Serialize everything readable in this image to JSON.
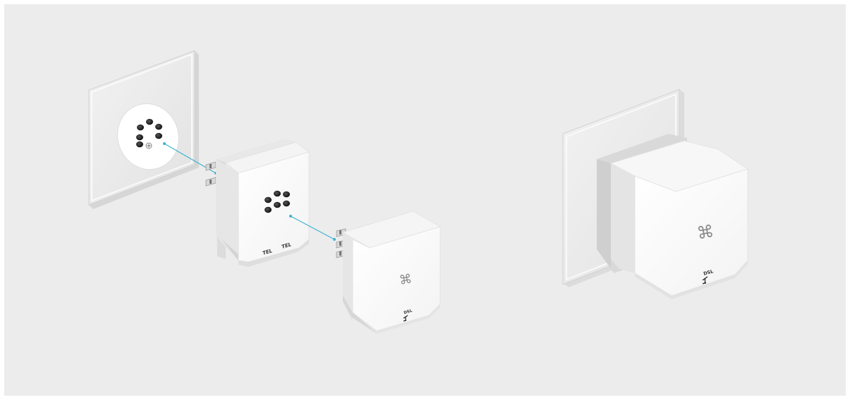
{
  "illustration": {
    "background_color": "#ececec",
    "connector_color": "#3fb4cf",
    "splitter_labels": {
      "port_left": "TEL",
      "port_right": "TEL"
    },
    "adapter_labels": {
      "port": "DSL",
      "logo_glyph": "⌘"
    },
    "assembled": {
      "port": "DSL",
      "logo_glyph": "⌘"
    },
    "icons": {
      "wall_socket": "wall-socket-icon",
      "splitter": "splitter-icon",
      "adapter": "dsl-adapter-icon",
      "logo": "command-icon"
    }
  }
}
